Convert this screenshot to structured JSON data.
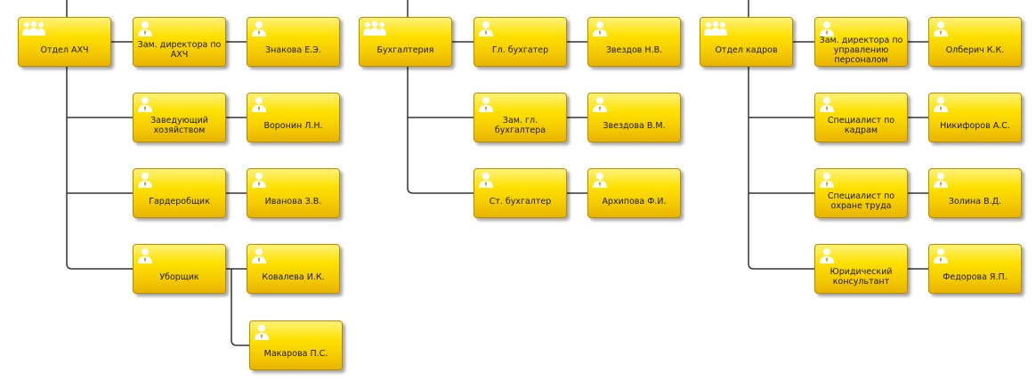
{
  "colors": {
    "box_fill": "#ffe100",
    "box_border": "#b88a00",
    "connector": "#333333",
    "icon": "#ffffff"
  },
  "icons": {
    "group": "group-icon",
    "person": "person-icon"
  },
  "departments": [
    {
      "id": "ahch",
      "label": "Отдел АХЧ",
      "positions": [
        {
          "label": "Зам. директора по АХЧ",
          "employees": [
            "Знакова Е.Э."
          ]
        },
        {
          "label": "Заведующий хозяйством",
          "employees": [
            "Воронин Л.Н."
          ]
        },
        {
          "label": "Гардеробщик",
          "employees": [
            "Иванова З.В."
          ]
        },
        {
          "label": "Уборщик",
          "employees": [
            "Ковалева И.К.",
            "Макарова П.С."
          ]
        }
      ]
    },
    {
      "id": "accounting",
      "label": "Бухгалтерия",
      "positions": [
        {
          "label": "Гл. бухгатер",
          "employees": [
            "Звездов Н.В."
          ]
        },
        {
          "label": "Зам. гл. бухгалтера",
          "employees": [
            "Звездова В.М."
          ]
        },
        {
          "label": "Ст. бухгалтер",
          "employees": [
            "Архипова Ф.И."
          ]
        }
      ]
    },
    {
      "id": "hr",
      "label": "Отдел кадров",
      "positions": [
        {
          "label": "Зам. директора по управлению персоналом",
          "employees": [
            "Олберич К.К."
          ]
        },
        {
          "label": "Специалист  по кадрам",
          "employees": [
            "Никифоров А.С."
          ]
        },
        {
          "label": "Специалист по охране труда",
          "employees": [
            "Золина В.Д."
          ]
        },
        {
          "label": "Юридический консультант",
          "employees": [
            "Федорова Я.П."
          ]
        }
      ]
    }
  ]
}
